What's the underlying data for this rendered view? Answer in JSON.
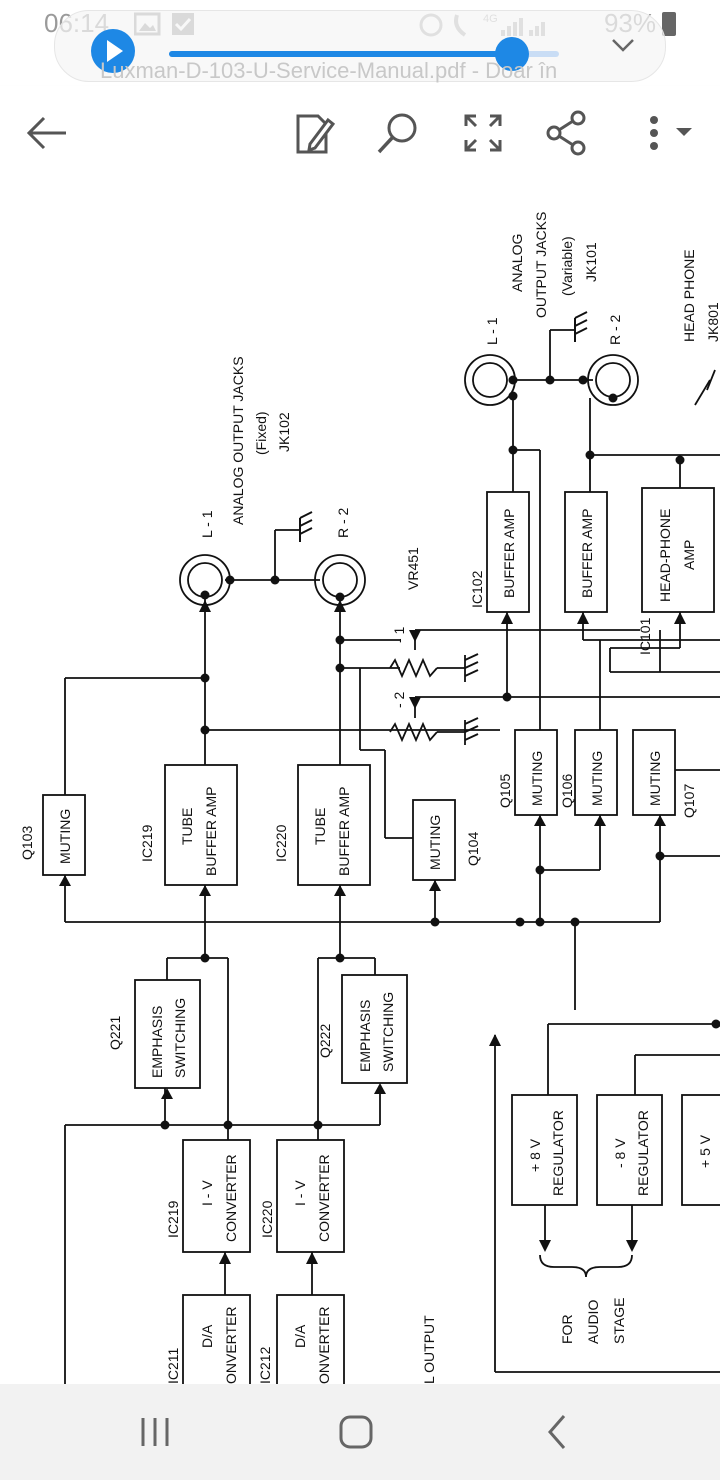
{
  "status_bar": {
    "time": "06:14",
    "signal": "4G",
    "battery": "93%",
    "icons": [
      "image-icon",
      "check-box-icon",
      "alarm-icon",
      "call-icon",
      "signal-icon",
      "battery-icon"
    ]
  },
  "media_player": {
    "progress": 0.88,
    "accent": "#1e88e5",
    "document_title": "Luxman-D-103-U-Service-Manual.pdf - Doar în"
  },
  "toolbar": {
    "icons": [
      "back-arrow-icon",
      "edit-note-icon",
      "search-icon",
      "fullscreen-icon",
      "share-icon",
      "more-menu-icon"
    ]
  },
  "schematic": {
    "jack102": {
      "title": "ANALOG OUTPUT JACKS",
      "sub": "(Fixed)",
      "ref": "JK102",
      "left": "L - 1",
      "right": "R - 2"
    },
    "jack101": {
      "title1": "ANALOG",
      "title2": "OUTPUT JACKS",
      "sub": "(Variable)",
      "ref": "JK101",
      "left": "L - 1",
      "right": "R - 2"
    },
    "headphone": {
      "title": "HEAD PHONE",
      "ref": "JK801"
    },
    "vr": {
      "ref": "VR451",
      "one": "- 1",
      "two": "- 2"
    },
    "ic102": {
      "ref": "IC102",
      "label": "BUFFER AMP"
    },
    "ic101": {
      "ref": "IC101",
      "label": "BUFFER AMP"
    },
    "hp_amp": {
      "line1": "HEAD-PHONE",
      "line2": "AMP"
    },
    "q103": {
      "ref": "Q103",
      "label": "MUTING"
    },
    "q104": {
      "ref": "Q104",
      "label": "MUTING"
    },
    "q105": {
      "ref": "Q105",
      "label": "MUTING"
    },
    "q106": {
      "ref": "Q106",
      "label": "MUTING"
    },
    "q107": {
      "ref": "Q107",
      "label": "MUTING"
    },
    "ic219_tube": {
      "ref": "IC219",
      "line1": "TUBE",
      "line2": "BUFFER AMP"
    },
    "ic220_tube": {
      "ref": "IC220",
      "line1": "TUBE",
      "line2": "BUFFER AMP"
    },
    "q221": {
      "ref": "Q221",
      "line1": "EMPHASIS",
      "line2": "SWITCHING"
    },
    "q222": {
      "ref": "Q222",
      "line1": "EMPHASIS",
      "line2": "SWITCHING"
    },
    "ic219_iv": {
      "ref": "IC219",
      "line1": "I - V",
      "line2": "CONVERTER"
    },
    "ic220_iv": {
      "ref": "IC220",
      "line1": "I - V",
      "line2": "CONVERTER"
    },
    "ic211": {
      "ref": "IC211",
      "line1": "D/A",
      "line2": "ONVERTER"
    },
    "ic212": {
      "ref": "IC212",
      "line1": "D/A",
      "line2": "ONVERTER"
    },
    "reg_p8": {
      "line1": "+ 8 V",
      "line2": "REGULATOR"
    },
    "reg_m8": {
      "line1": "- 8 V",
      "line2": "REGULATOR"
    },
    "reg_p5": {
      "line1": "+ 5 V"
    },
    "for_audio": {
      "line1": "FOR",
      "line2": "AUDIO",
      "line3": "STAGE"
    },
    "digital_output": "L OUTPUT"
  }
}
